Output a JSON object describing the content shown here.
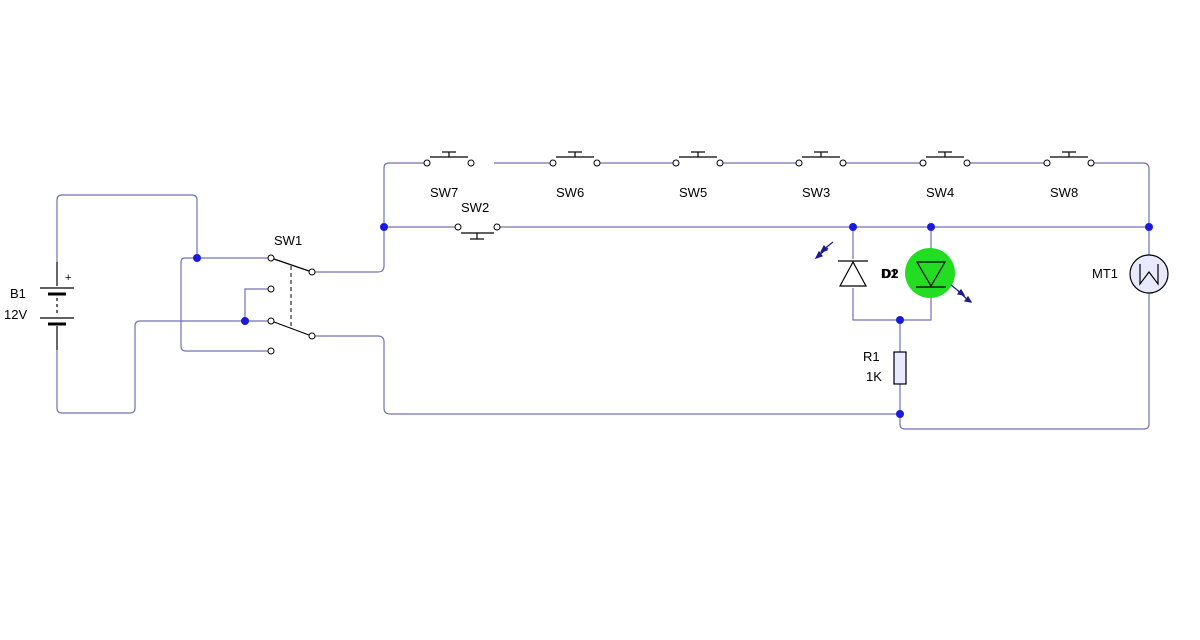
{
  "colors": {
    "wire": "#6f72b8",
    "junction": "#1a1adc",
    "component": "#000000",
    "led_on": "#22dd22",
    "motor_fill": "#e8e8ff",
    "photon": "#1a1a8c"
  },
  "components": {
    "battery": {
      "name": "B1",
      "value": "12V",
      "polarity": "+"
    },
    "switch_dpdt": {
      "name": "SW1"
    },
    "switch_sw2": {
      "name": "SW2"
    },
    "top_switches": [
      {
        "name": "SW7"
      },
      {
        "name": "SW6"
      },
      {
        "name": "SW5"
      },
      {
        "name": "SW3"
      },
      {
        "name": "SW4"
      },
      {
        "name": "SW8"
      }
    ],
    "diode_d1": {
      "name": "D1"
    },
    "led_d2": {
      "name": "D2",
      "state": "on"
    },
    "resistor": {
      "name": "R1",
      "value": "1K"
    },
    "motor": {
      "name": "MT1"
    }
  }
}
